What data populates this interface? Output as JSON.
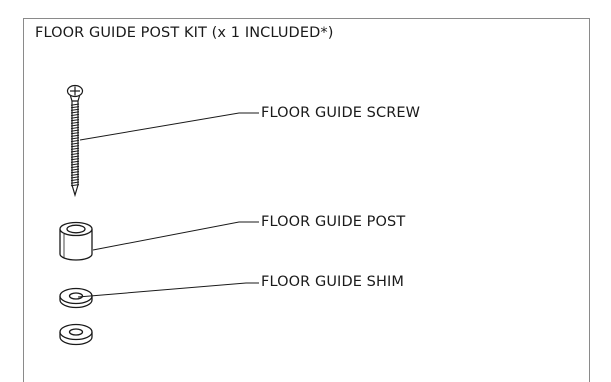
{
  "title": "FLOOR GUIDE POST KIT (x 1 INCLUDED*)",
  "parts": {
    "screw": {
      "label": "FLOOR GUIDE SCREW",
      "icon": "screw-icon"
    },
    "post": {
      "label": "FLOOR GUIDE POST",
      "icon": "cylinder-post-icon"
    },
    "shim": {
      "label": "FLOOR GUIDE SHIM",
      "icon": "washer-icon"
    },
    "shim_extra": {
      "icon": "washer-icon"
    }
  },
  "colors": {
    "line": "#1a1a1a",
    "frame": "#8a8a8a",
    "background": "#ffffff"
  }
}
